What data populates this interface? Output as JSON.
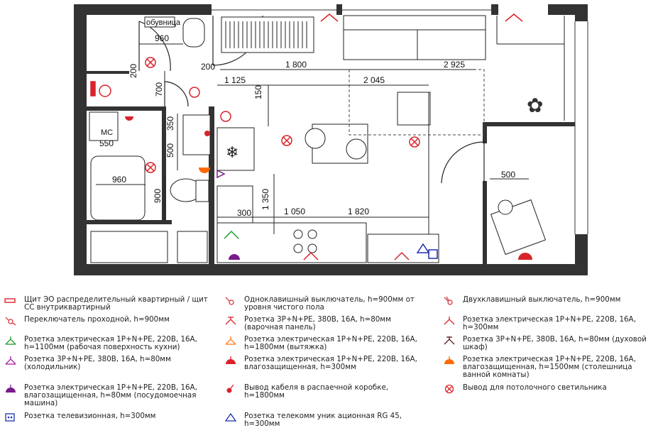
{
  "plan": {
    "labels": {
      "shoe_rack": "обувница",
      "mc": "МС"
    },
    "dimensions": [
      "960",
      "200",
      "200",
      "1 800",
      "2 925",
      "700",
      "1 125",
      "2 045",
      "150",
      "350",
      "550",
      "500",
      "960",
      "900",
      "1 350",
      "300",
      "1 050",
      "1 820",
      "500"
    ]
  },
  "legend": [
    {
      "icon": "panel-icon",
      "color": "#d9232a",
      "text": "Щит ЭО распределительный квартирный / щит СС внутриквартирный"
    },
    {
      "icon": "single-switch-icon",
      "color": "#d9232a",
      "text": "Одноклавишный выключатель, h=900мм от уровня чистого пола"
    },
    {
      "icon": "double-switch-icon",
      "color": "#d9232a",
      "text": "Двухклавишный выключатель, h=900мм"
    },
    {
      "icon": "pass-switch-icon",
      "color": "#d9232a",
      "text": "Переключатель проходной, h=900мм"
    },
    {
      "icon": "socket-3p-icon",
      "color": "#d9232a",
      "text": "Розетка 3P+N+PE, 380В, 16А, h=80мм (варочная панель)"
    },
    {
      "icon": "socket-300-icon",
      "color": "#d9232a",
      "text": "Розетка электрическая 1P+N+PE, 220В, 16А, h=300мм"
    },
    {
      "icon": "socket-1100-icon",
      "color": "#1e9b2e",
      "text": "Розетка электрическая 1P+N+PE, 220В, 16А, h=1100мм (рабочая поверхность кухни)"
    },
    {
      "icon": "socket-1800-icon",
      "color": "#ff7a1a",
      "text": "Розетка электрическая 1P+N+PE, 220В, 16А, h=1800мм (вытяжка)"
    },
    {
      "icon": "socket-oven-icon",
      "color": "#5a1a1a",
      "text": "Розетка 3P+N+PE, 380В, 16А, h=80мм (духовой шкаф)"
    },
    {
      "icon": "socket-fridge-icon",
      "color": "#a01fa0",
      "text": "Розетка 3P+N+PE, 380В, 16А, h=80мм (холодильник)"
    },
    {
      "icon": "socket-wet-300-icon",
      "color": "#d9232a",
      "text": "Розетка электрическая 1P+N+PE, 220В, 16А, влагозащищенная, h=300мм"
    },
    {
      "icon": "socket-wet-1500-icon",
      "color": "#ff6a00",
      "text": "Розетка электрическая 1P+N+PE, 220В, 16А, влагозащищенная, h=1500мм (столешница ванной комнаты)"
    },
    {
      "icon": "socket-dishwasher-icon",
      "color": "#7a1b8a",
      "text": "Розетка электрическая 1P+N+PE, 220В, 16А, влагозащищенная, h=80мм (посудомоечная машина)"
    },
    {
      "icon": "cable-outlet-icon",
      "color": "#d9232a",
      "text": "Вывод кабеля в распаечной коробке, h=1800мм"
    },
    {
      "icon": "ceiling-light-icon",
      "color": "#d9232a",
      "text": "Вывод для потолочного светильника"
    },
    {
      "icon": "tv-socket-icon",
      "color": "#1b2fb0",
      "text": "Розетка телевизионная, h=300мм"
    },
    {
      "icon": "network-socket-icon",
      "color": "#1b2fb0",
      "text": "Розетка телекомм уник ационная RG 45, h=300мм"
    }
  ]
}
